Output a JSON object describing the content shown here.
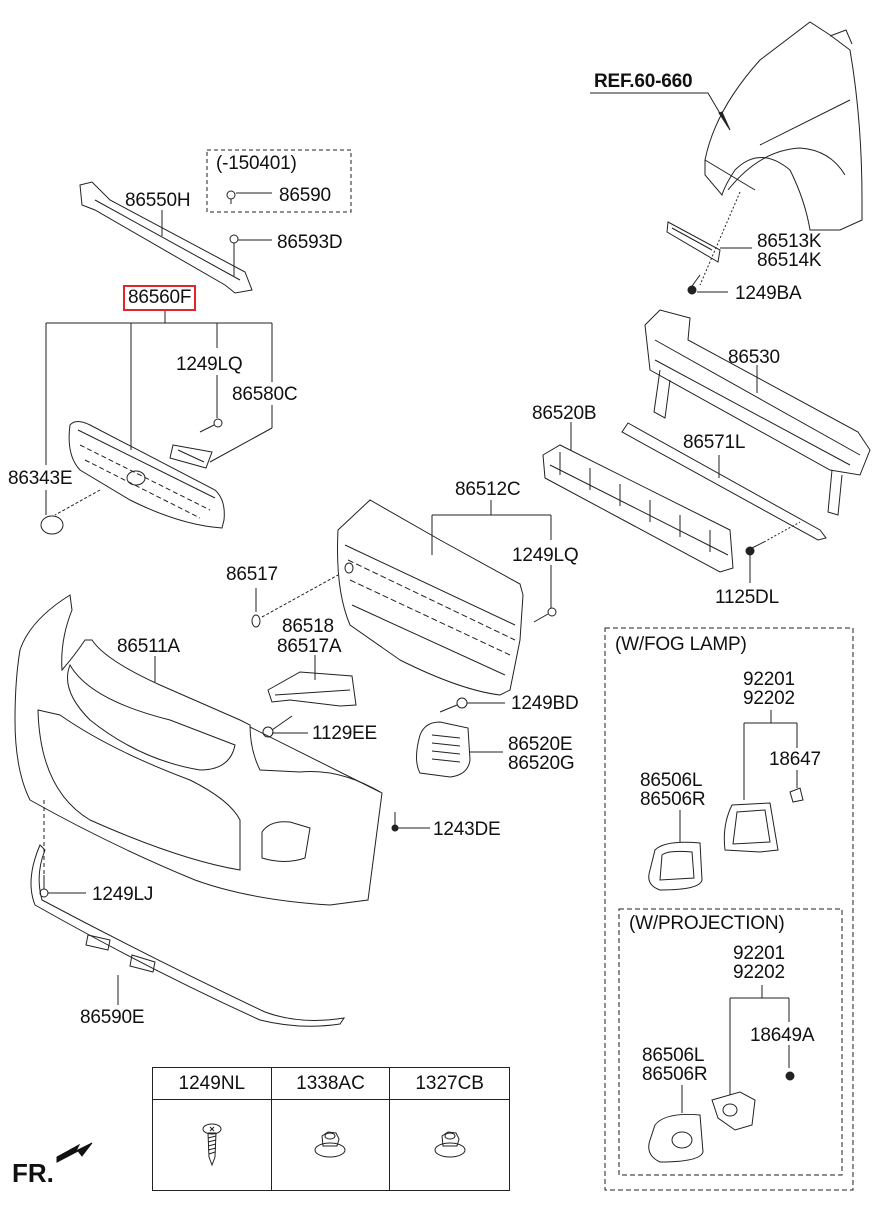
{
  "diagram": {
    "title": "Front Bumper Assembly",
    "reference": "REF.60-660",
    "direction_marker": "FR.",
    "highlight_color": "#e0262a",
    "labels": {
      "ref": "REF.60-660",
      "p86550H": "86550H",
      "note_150401": "(-150401)",
      "p86590": "86590",
      "p86593D": "86593D",
      "p86560F": "86560F",
      "p1249LQ_a": "1249LQ",
      "p86580C": "86580C",
      "p86343E": "86343E",
      "p86513K": "86513K",
      "p86514K": "86514K",
      "p1249BA": "1249BA",
      "p86530": "86530",
      "p86520B": "86520B",
      "p86571L": "86571L",
      "p86512C": "86512C",
      "p1249LQ_b": "1249LQ",
      "p1125DL": "1125DL",
      "p86517": "86517",
      "p86518": "86518",
      "p86517A": "86517A",
      "p86511A": "86511A",
      "p1249BD": "1249BD",
      "p1129EE": "1129EE",
      "p86520E": "86520E",
      "p86520G": "86520G",
      "p1243DE": "1243DE",
      "p1249LJ": "1249LJ",
      "p86590E": "86590E"
    },
    "fog_lamp_group": {
      "title": "(W/FOG LAMP)",
      "lamp_1": "92201",
      "lamp_2": "92202",
      "bulb": "18647",
      "cover_l": "86506L",
      "cover_r": "86506R"
    },
    "projection_group": {
      "title": "(W/PROJECTION)",
      "lamp_1": "92201",
      "lamp_2": "92202",
      "bulb": "18649A",
      "cover_l": "86506L",
      "cover_r": "86506R"
    },
    "fastener_table": {
      "columns": [
        "1249NL",
        "1338AC",
        "1327CB"
      ],
      "icons": [
        "screw-icon",
        "flange-nut-icon",
        "flange-nut-icon"
      ]
    }
  }
}
